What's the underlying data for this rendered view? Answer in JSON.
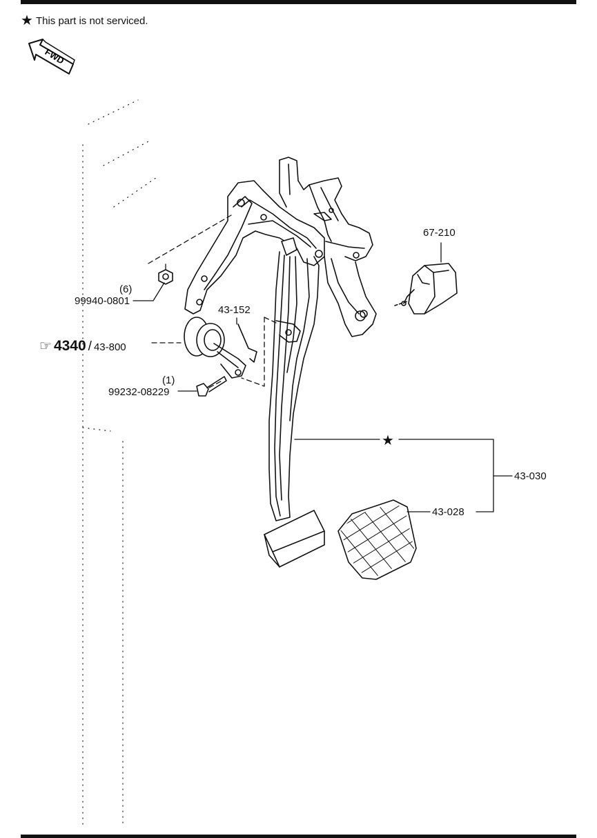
{
  "header": {
    "note_text": "This part is not serviced.",
    "note_icon": "star-icon",
    "direction_label": "FWD"
  },
  "callouts": {
    "switch": "67-210",
    "nut_qty": "(6)",
    "nut": "99940-0801",
    "clip": "43-152",
    "ref_page": "4340",
    "ref_slash": "/",
    "master_cyl": "43-800",
    "bolt_qty": "(1)",
    "bolt": "99232-08229",
    "pedal_assy": "43-030",
    "pad": "43-028"
  },
  "colors": {
    "ink": "#111111",
    "background": "#ffffff"
  }
}
